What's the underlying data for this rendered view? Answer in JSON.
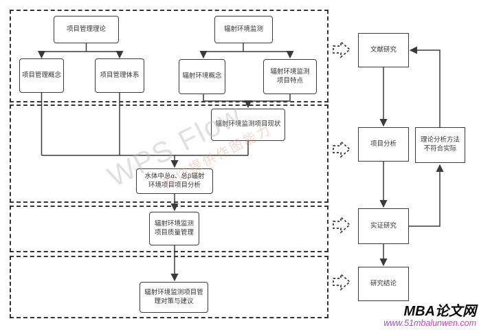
{
  "watermark": {
    "brand": "WPS Flow",
    "slogan": "为你提供作图能力"
  },
  "footer": {
    "site_name": "MBA论文网",
    "site_url": "www.51mbalunwen.com"
  },
  "colors": {
    "line": "#3a3a3a",
    "dashed_frame": "#333333",
    "site_name_color": "#0c0c0c",
    "url_gradient_start": "#8a4fd8",
    "url_gradient_end": "#ff2fa8"
  },
  "nodes": {
    "pm_theory": {
      "label": "项目管理理论"
    },
    "pm_concept": {
      "label": "项目管理概念"
    },
    "pm_system": {
      "label": "项目管理体系"
    },
    "rad_monitor": {
      "label": "辐射环境监测"
    },
    "rad_concept": {
      "label": "辐射环境概念"
    },
    "rad_features": {
      "label": "辐射环境监测\n项目特点"
    },
    "rad_status": {
      "label": "辐射环境监测项目现状"
    },
    "water_analysis": {
      "label": "水体中总α、总β辐射\n环境项目项目分析"
    },
    "quality_mgmt": {
      "label": "辐射环境监测\n项目质量管理"
    },
    "suggestions": {
      "label": "辐射环境监测项目管\n理对策与建议"
    },
    "literature": {
      "label": "文献研究"
    },
    "project_analysis": {
      "label": "项目分析"
    },
    "theory_mismatch": {
      "label": "理论分析方法\n不符合实际"
    },
    "empirical": {
      "label": "实证研究"
    },
    "conclusion": {
      "label": "研究结论"
    }
  },
  "icons": {
    "flow_arrow": "dashed-block-arrow-right"
  }
}
